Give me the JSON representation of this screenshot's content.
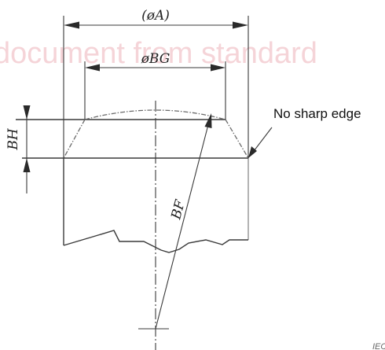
{
  "watermark": "document from standard",
  "dimensions": {
    "outer_diameter": "(øA)",
    "top_diameter": "øBG",
    "chamfer_height": "BH",
    "radius": "BF"
  },
  "note": "No sharp edge",
  "figure_ref": "IEC"
}
